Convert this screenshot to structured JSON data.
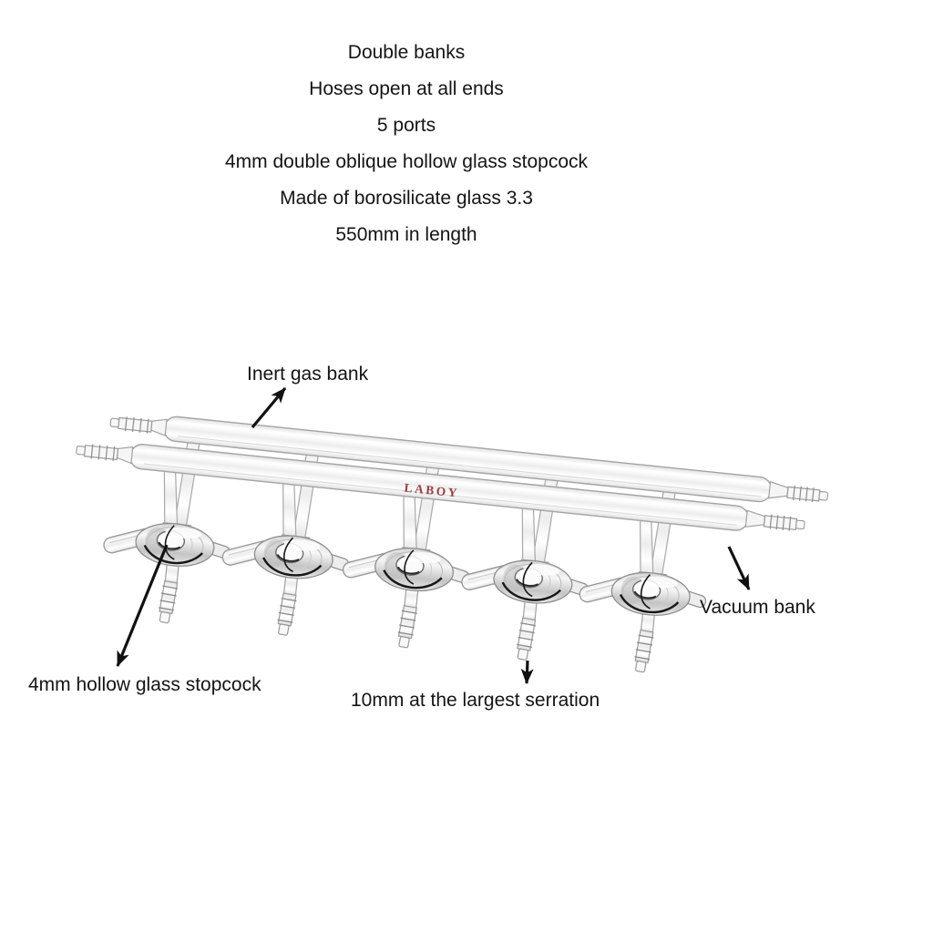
{
  "annotation": {
    "specs": [
      "Double banks",
      "Hoses open at all ends",
      "5 ports",
      "4mm double oblique hollow glass stopcock",
      "Made of borosilicate glass 3.3",
      "550mm in length"
    ],
    "labels": {
      "inert_gas_bank": "Inert gas bank",
      "vacuum_bank": "Vacuum bank",
      "stopcock": "4mm hollow glass stopcock",
      "serration": "10mm at the largest serration"
    },
    "brand": {
      "logo_text": "LABOY",
      "logo_color": "#9d3c3c"
    },
    "colors": {
      "annotation_text": "#141414",
      "arrow": "#111111",
      "glass_outline": "#a3a3a3"
    }
  }
}
